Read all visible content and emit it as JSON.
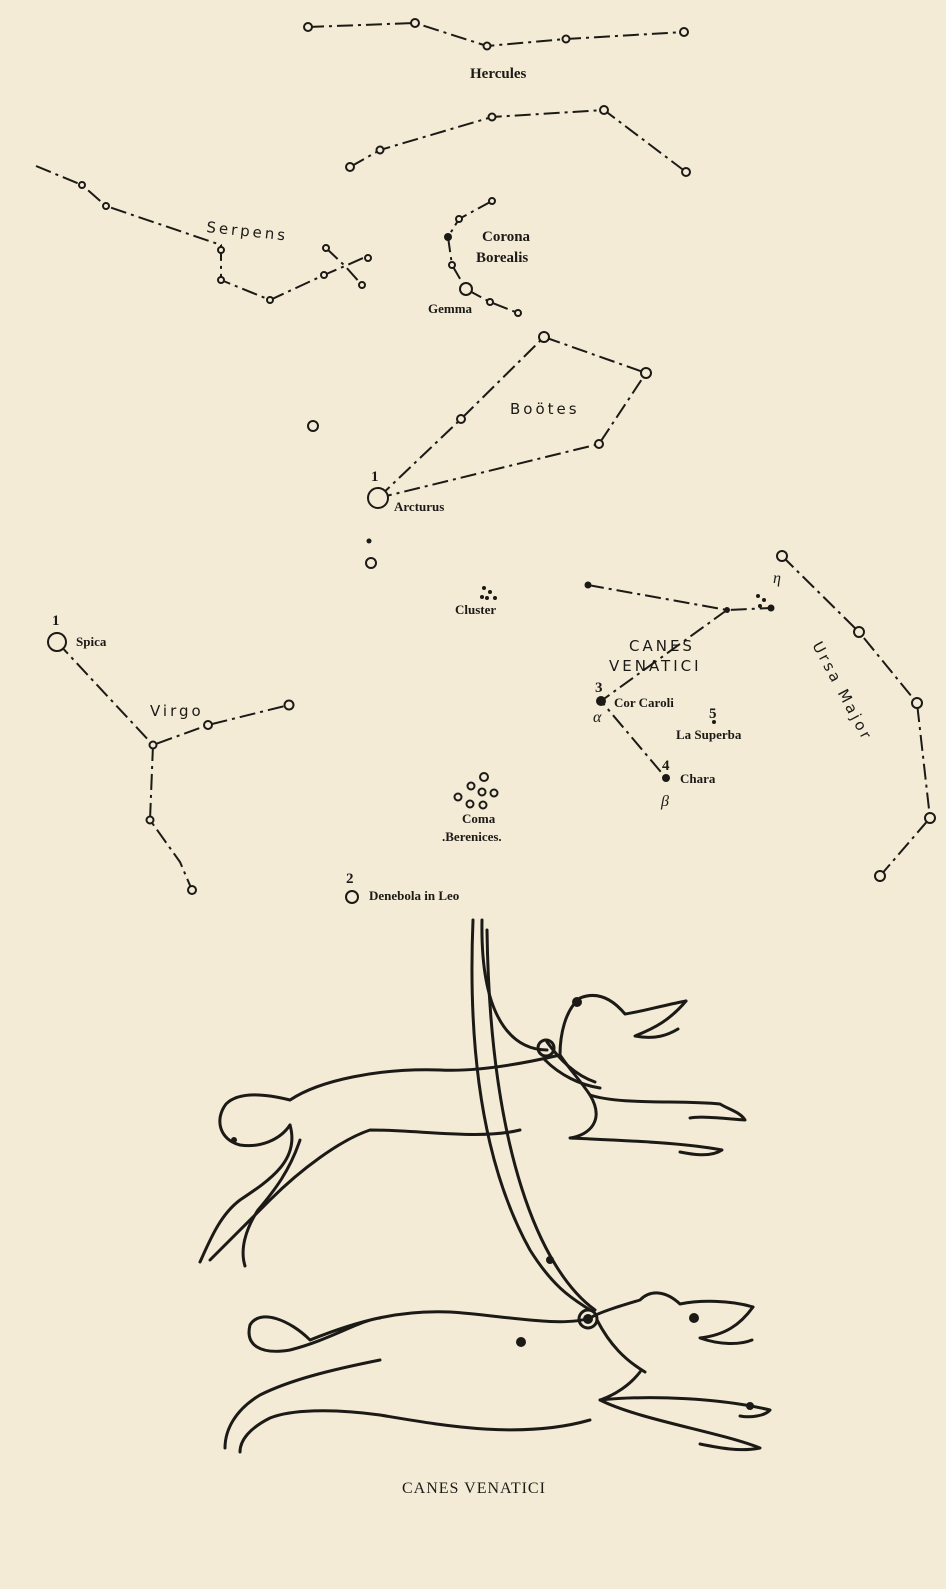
{
  "constellations": {
    "hercules": "Hercules",
    "serpens": "Serpens",
    "corona_1": "Corona",
    "corona_2": "Borealis",
    "gemma": "Gemma",
    "bootes": "Boötes",
    "arcturus": "Arcturus",
    "arcturus_num": "1",
    "cluster": "Cluster",
    "canes_1": "CANES",
    "canes_2": "VENATICI",
    "ursa_major": "Ursa Major",
    "eta": "η",
    "spica": "Spica",
    "spica_num": "1",
    "virgo": "Virgo",
    "cor_caroli": "Cor Caroli",
    "cor_num": "3",
    "alpha": "α",
    "la_superba": "La Superba",
    "superba_num": "5",
    "chara": "Chara",
    "chara_num": "4",
    "beta": "β",
    "coma_1": "Coma",
    "coma_2": ".Berenices.",
    "denebola": "Denebola in Leo",
    "denebola_num": "2"
  },
  "caption": "CANES VENATICI",
  "colors": {
    "paper": "#f3ebd6",
    "ink": "#1c1a16"
  }
}
